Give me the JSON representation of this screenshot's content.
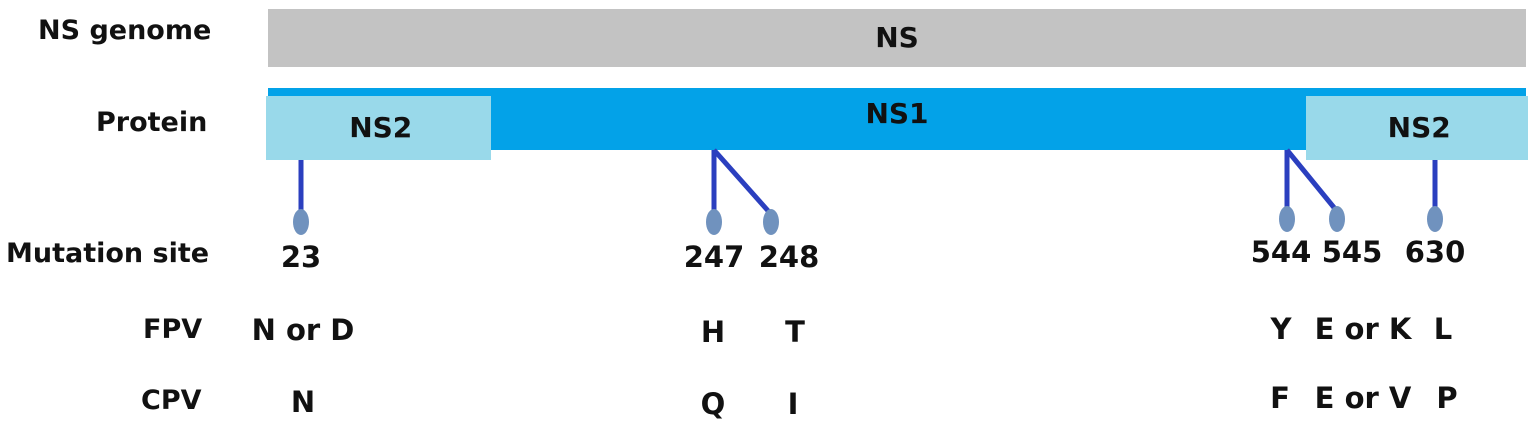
{
  "labels": {
    "genome": "NS genome",
    "protein": "Protein",
    "mutation": "Mutation site",
    "fpv": "FPV",
    "cpv": "CPV"
  },
  "genome_bar": {
    "label": "NS"
  },
  "proteins": [
    {
      "id": "ns1",
      "label": "NS1"
    },
    {
      "id": "ns2-left",
      "label": "NS2"
    },
    {
      "id": "ns2-right",
      "label": "NS2"
    }
  ],
  "sites": [
    {
      "site": "23",
      "fpv": "N or D",
      "cpv": "N"
    },
    {
      "site": "247",
      "fpv": "H",
      "cpv": "Q"
    },
    {
      "site": "248",
      "fpv": "T",
      "cpv": "I"
    },
    {
      "site": "544",
      "fpv": "Y",
      "cpv": "F"
    },
    {
      "site": "545",
      "fpv": "E or K",
      "cpv": "E or V"
    },
    {
      "site": "630",
      "fpv": "L",
      "cpv": "P"
    }
  ],
  "colors": {
    "genome": "#c3c3c3",
    "ns1": "#03a2e8",
    "ns2": "#99d9ea",
    "stem": "#2b3fbf",
    "head": "#7092be"
  }
}
